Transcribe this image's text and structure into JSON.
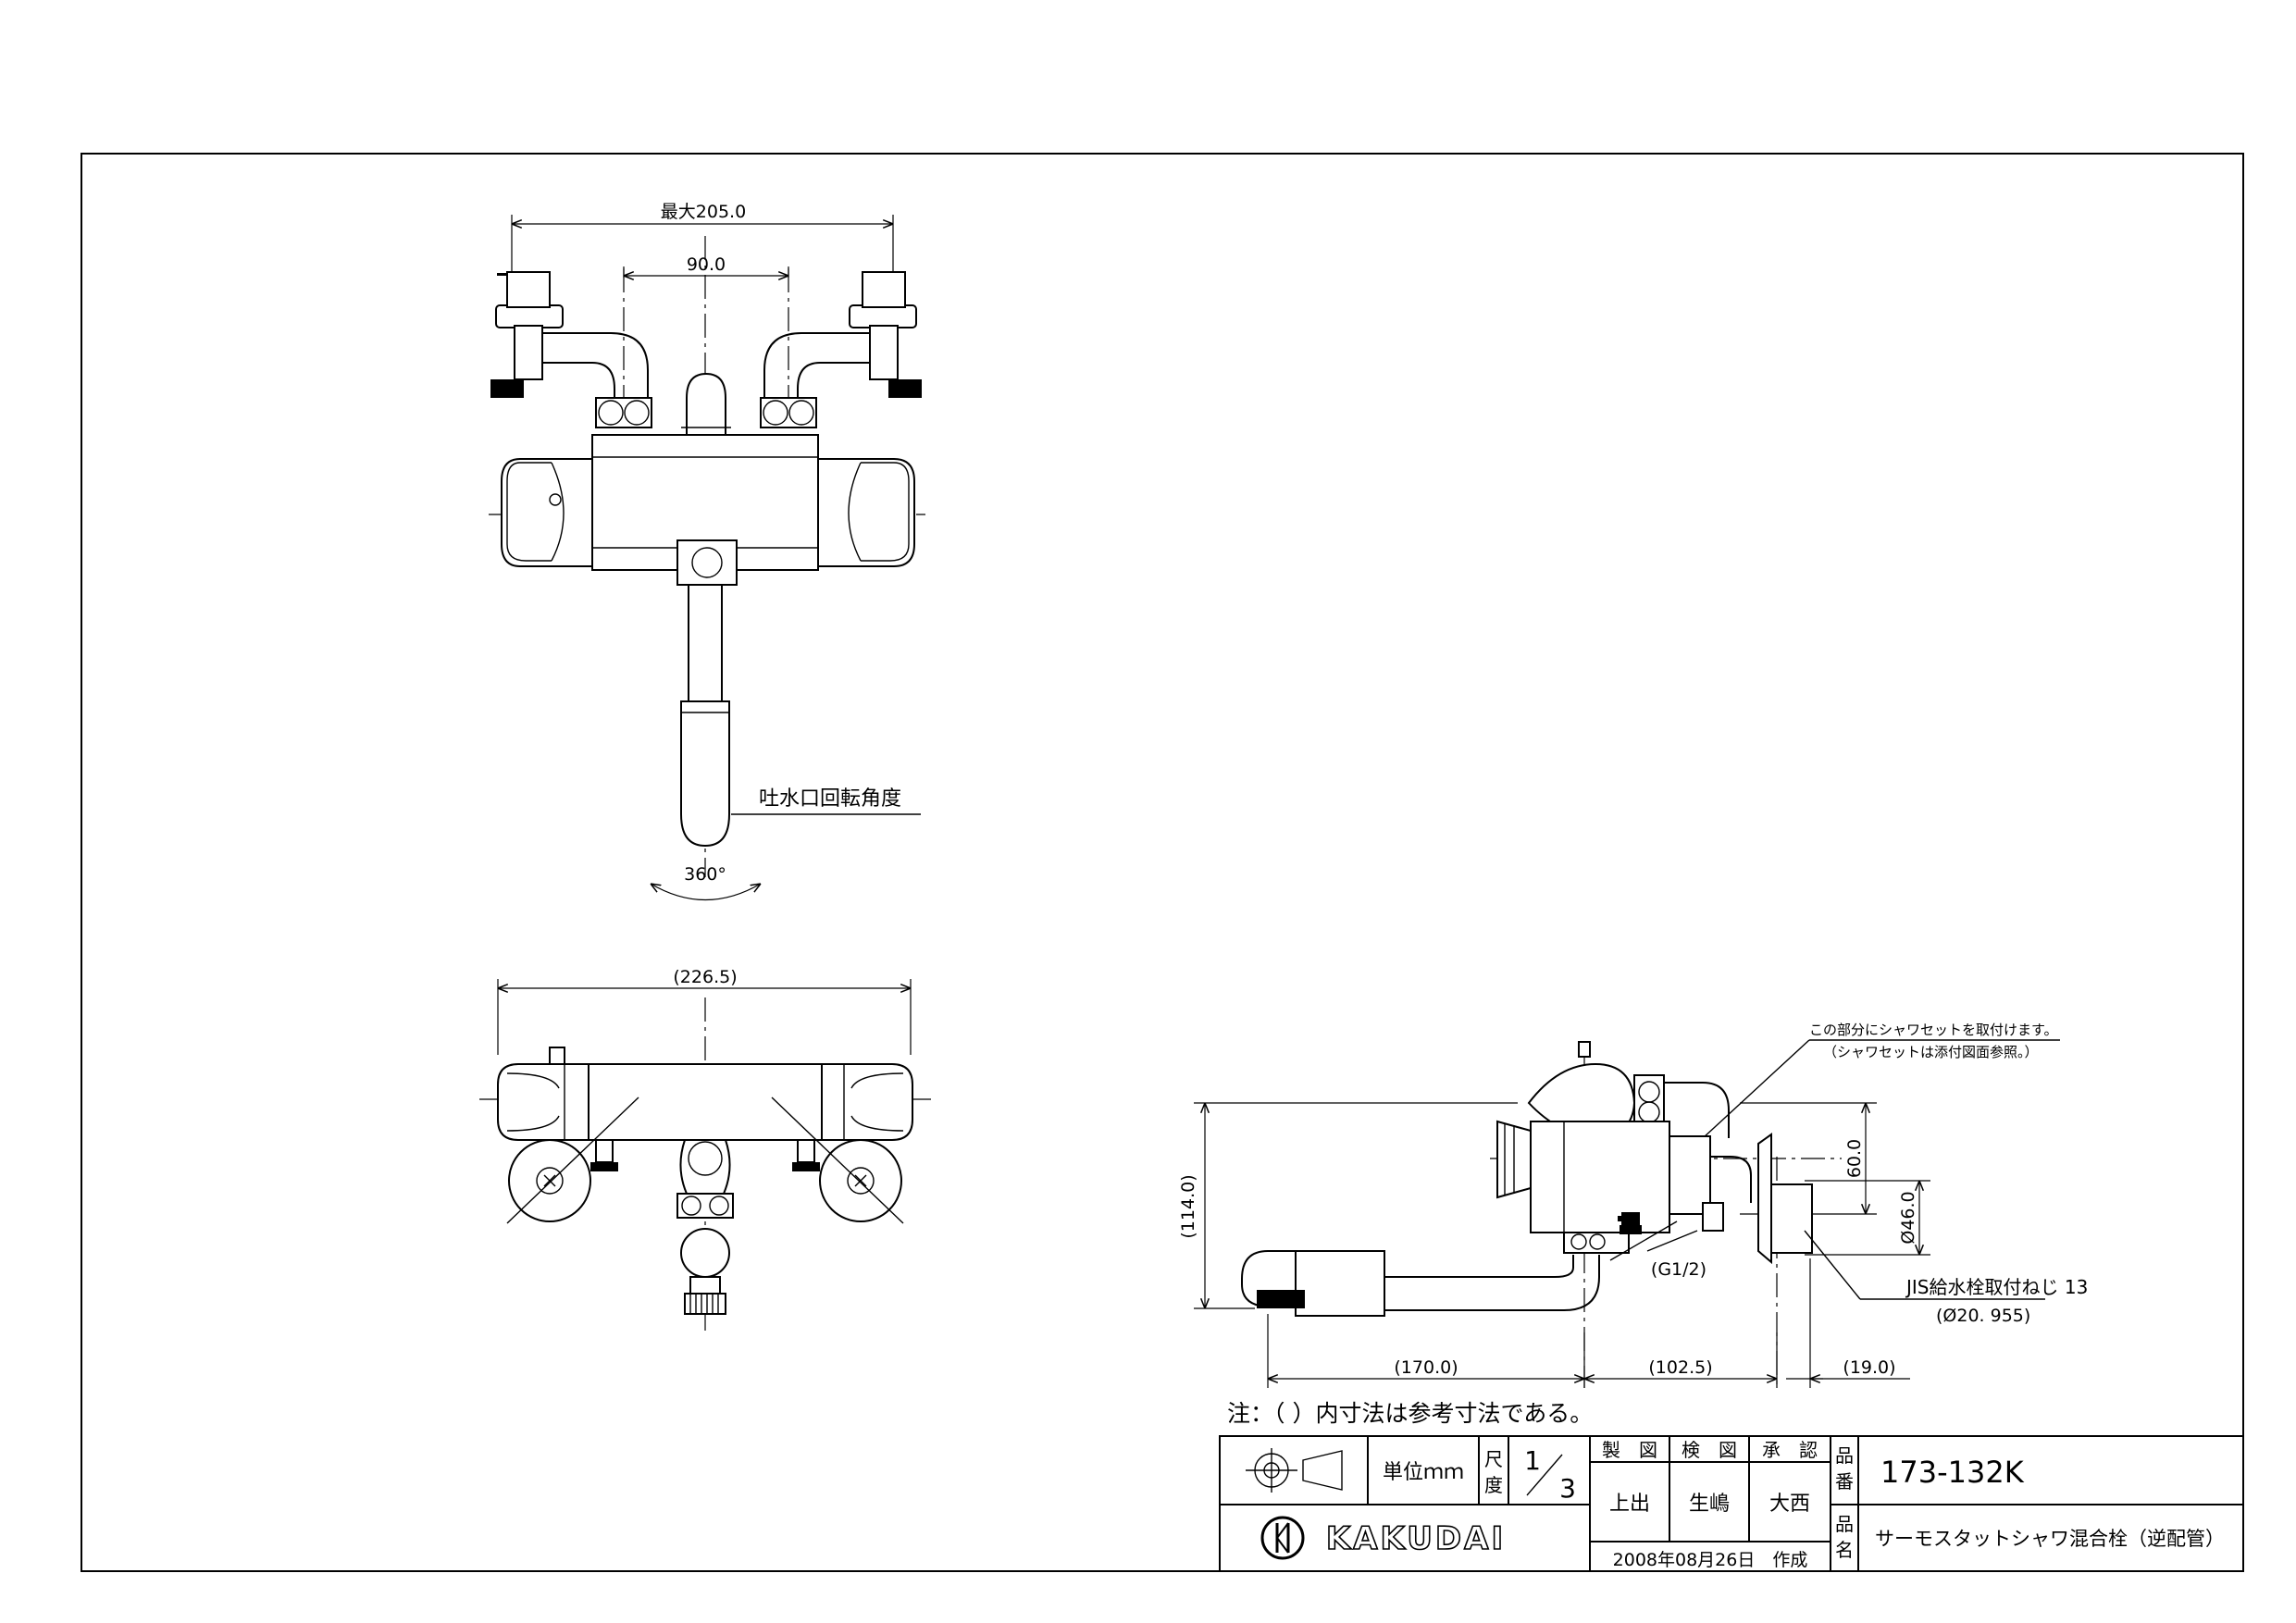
{
  "colors": {
    "ink": "#000000",
    "paper": "#ffffff"
  },
  "front_view": {
    "dim_max_width": "最大205.0",
    "dim_inlet_pitch": "90.0",
    "spout_label": "吐水口回転角度",
    "rotation_angle": "360°"
  },
  "top_view": {
    "dim_overall": "(226.5)"
  },
  "side_view": {
    "note_shower_1": "この部分にシャワセットを取付けます。",
    "note_shower_2": "（シャワセットは添付図面参照。）",
    "dim_height": "(114.0)",
    "dim_60": "60.0",
    "dim_dia46": "Ø46.0",
    "thread_g": "(G1/2)",
    "jis_label": "JIS給水栓取付ねじ 13",
    "jis_dia": "(Ø20. 955)",
    "dim_170": "(170.0)",
    "dim_102": "(102.5)",
    "dim_19": "(19.0)"
  },
  "note": "注：（ ）内寸法は参考寸法である。",
  "title_block": {
    "unit": "単位ｍｍ",
    "scale_label_1": "尺",
    "scale_label_2": "度",
    "scale_num": "1",
    "scale_den": "3",
    "hdr_drawn": "製　図",
    "hdr_checked": "検　図",
    "hdr_approved": "承　認",
    "name_drawn": "上出",
    "name_checked": "生嶋",
    "name_approved": "大西",
    "part_no_label_1": "品",
    "part_no_label_2": "番",
    "part_no": "173-132K",
    "part_name_label_1": "品",
    "part_name_label_2": "名",
    "part_name": "サーモスタットシャワ混合栓（逆配管）",
    "brand": "KAKUDAI",
    "date": "2008年08月26日　作成"
  }
}
